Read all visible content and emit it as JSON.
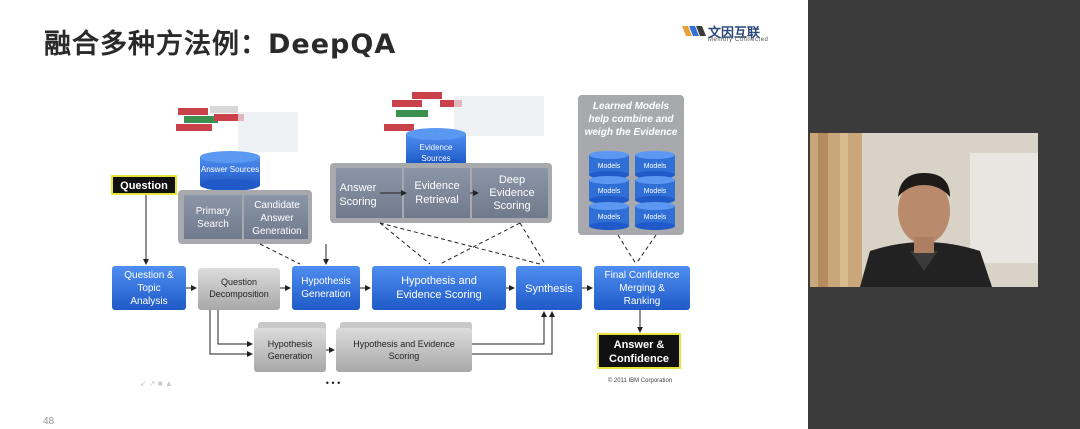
{
  "slide": {
    "title": "融合多种方法例：DeepQA",
    "page_number": "48",
    "logo": {
      "name": "文因互联",
      "tagline": "Memory Connected"
    }
  },
  "diagram": {
    "question": "Question",
    "answer_sources": "Answer Sources",
    "primary_search": "Primary Search",
    "candidate_generation": "Candidate Answer Generation",
    "evidence_sources": "Evidence Sources",
    "answer_scoring": "Answer Scoring",
    "evidence_retrieval": "Evidence Retrieval",
    "deep_evidence_scoring": "Deep Evidence Scoring",
    "learned_models": "Learned Models help combine and weigh the Evidence",
    "models_label": "Models",
    "question_topic_analysis": "Question & Topic Analysis",
    "question_decomposition": "Question Decomposition",
    "hypothesis_generation": "Hypothesis Generation",
    "hypothesis_evidence_scoring": "Hypothesis and Evidence Scoring",
    "synthesis": "Synthesis",
    "final_confidence": "Final Confidence Merging & Ranking",
    "answer_confidence": "Answer & Confidence",
    "gray_hypothesis_generation": "Hypothesis Generation",
    "gray_hypothesis_evidence_scoring": "Hypothesis and Evidence Scoring",
    "ellipsis": "• • •",
    "copyright": "© 2011 IBM Corporation"
  },
  "colors": {
    "blue_box": "#2f6fd6",
    "gray_box": "#b8b8b8",
    "panel": "#a7a9ad",
    "background_right": "#3b3b3b"
  }
}
